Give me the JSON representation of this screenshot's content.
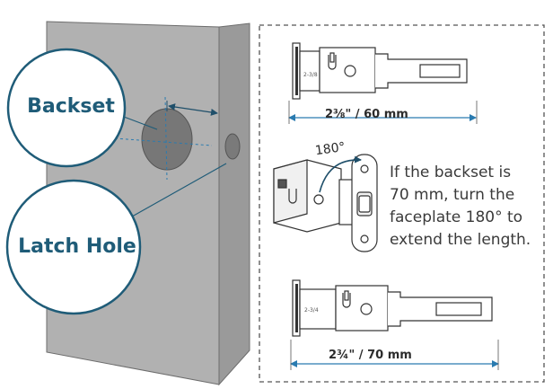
{
  "callouts": {
    "backset": "Backset",
    "latch_hole": "Latch Hole"
  },
  "dimensions": {
    "top": "2⅜\" / 60 mm",
    "bottom": "2¾\" / 70 mm"
  },
  "rotation": "180°",
  "latch_marks": {
    "top": "2-3/8",
    "bottom": "2-3/4"
  },
  "note_lines": [
    "If the backset is",
    "70 mm, turn the",
    "faceplate 180° to",
    "extend the length."
  ],
  "colors": {
    "callout": "#1f5c78",
    "door": "#b3b3b3",
    "door_edge": "#959595",
    "arrow": "#2a7bb0"
  }
}
